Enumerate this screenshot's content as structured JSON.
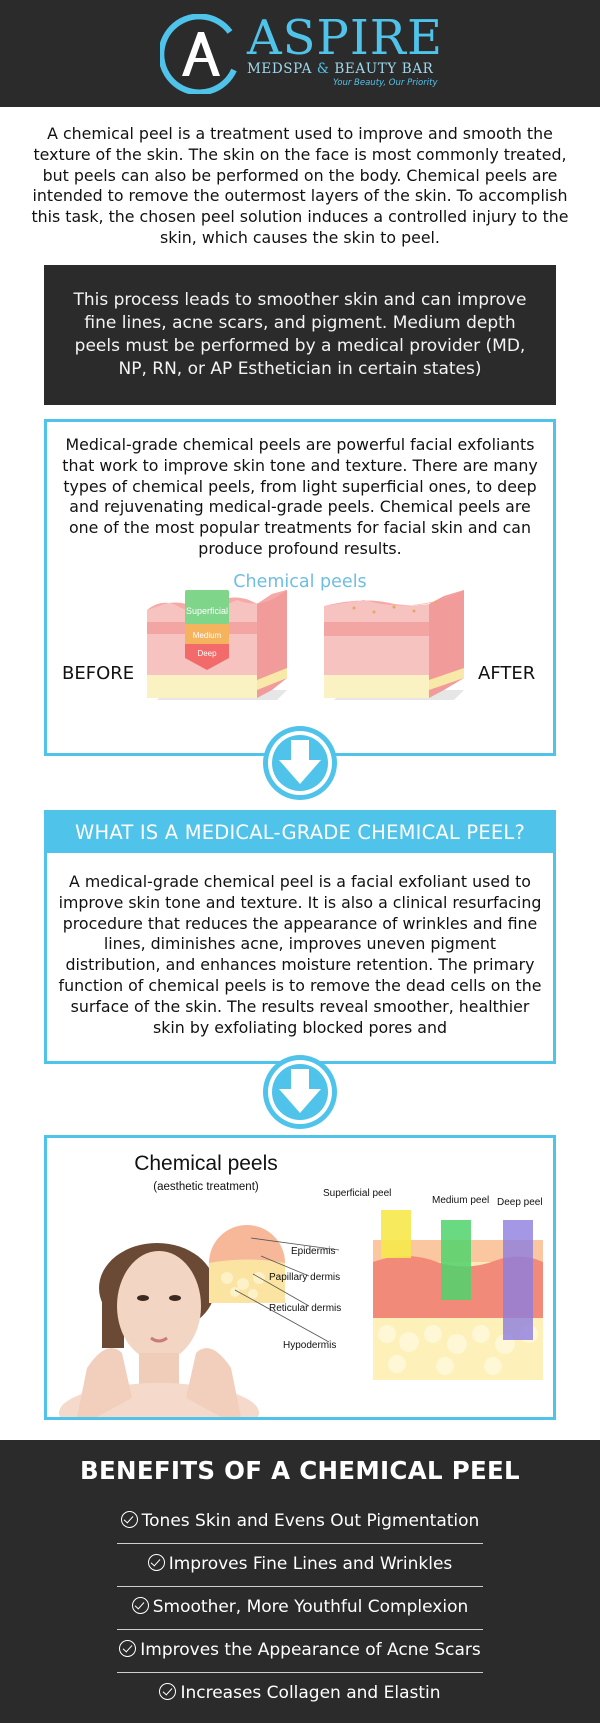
{
  "header": {
    "brand": "ASPIRE",
    "subtitle_left": "MEDSPA",
    "subtitle_amp": "&",
    "subtitle_right": "BEAUTY BAR",
    "tagline": "Your Beauty, Our Priority",
    "colors": {
      "background": "#2b2b2b",
      "accent": "#4fc3ea"
    }
  },
  "intro": "A chemical peel is a treatment used to improve and smooth the texture of the skin. The skin on the face is most commonly treated, but peels can also be performed on the body. Chemical peels are intended to remove the outermost layers of the skin. To accomplish this task, the chosen peel solution induces a controlled injury to the skin, which causes the skin to peel.",
  "darkbox": "This process leads to smoother skin and can improve fine lines, acne scars, and pigment. Medium depth peels must be performed by a medical provider (MD, NP, RN, or AP Esthetician in certain states)",
  "box1": {
    "text": "Medical-grade chemical peels are powerful facial exfoliants that work to improve skin tone and texture. There are many types of chemical peels, from light superficial ones, to deep and rejuvenating medical-grade peels. Chemical peels are one of the most popular treatments for facial skin and can produce profound results.",
    "image_title": "Chemical peels",
    "before": "BEFORE",
    "after": "AFTER",
    "layers": {
      "superficial": "Superficial",
      "medium": "Medium",
      "deep": "Deep"
    }
  },
  "box2": {
    "heading": "WHAT IS A MEDICAL-GRADE CHEMICAL PEEL?",
    "text": "A medical-grade chemical peel is a facial exfoliant used to improve skin tone and texture. It is also a clinical resurfacing procedure that reduces the appearance of wrinkles and fine lines, diminishes acne, improves uneven pigment distribution, and enhances moisture retention. The primary function of chemical peels is to remove the dead cells on the surface of the skin. The results reveal smoother, healthier skin by exfoliating blocked pores and"
  },
  "box3": {
    "title": "Chemical peels",
    "subtitle": "(aesthetic treatment)",
    "peel_labels": {
      "superficial": "Superficial peel",
      "medium": "Medium peel",
      "deep": "Deep peel"
    },
    "layer_labels": [
      "Epidermis",
      "Papillary dermis",
      "Reticular dermis",
      "Hypodermis"
    ]
  },
  "benefits": {
    "title": "BENEFITS OF A CHEMICAL PEEL",
    "items": [
      "Tones Skin and Evens Out Pigmentation",
      "Improves Fine Lines and Wrinkles",
      "Smoother, More Youthful Complexion",
      "Improves the Appearance of Acne Scars",
      "Increases Collagen and Elastin"
    ]
  }
}
